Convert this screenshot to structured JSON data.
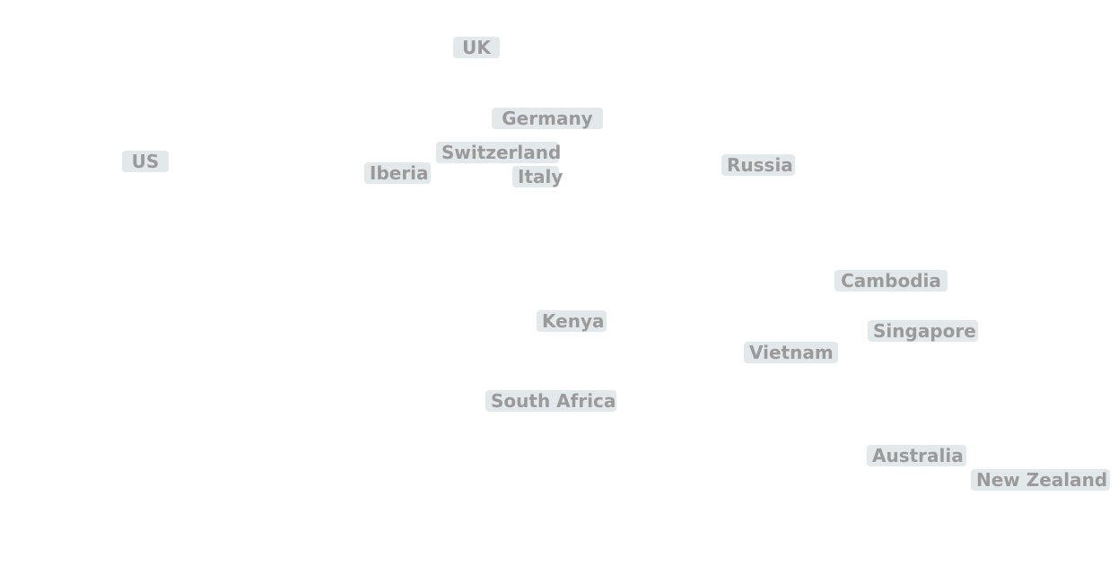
{
  "map": {
    "labels": [
      "UK",
      "Germany",
      "Switzerland",
      "US",
      "Iberia",
      "Italy",
      "Russia",
      "Cambodia",
      "Kenya",
      "Singapore",
      "Vietnam",
      "South Africa",
      "Australia",
      "New Zealand"
    ]
  },
  "colors": {
    "label_background": "#e3e8eb",
    "label_text": "#9a9a9a",
    "background": "#ffffff"
  }
}
